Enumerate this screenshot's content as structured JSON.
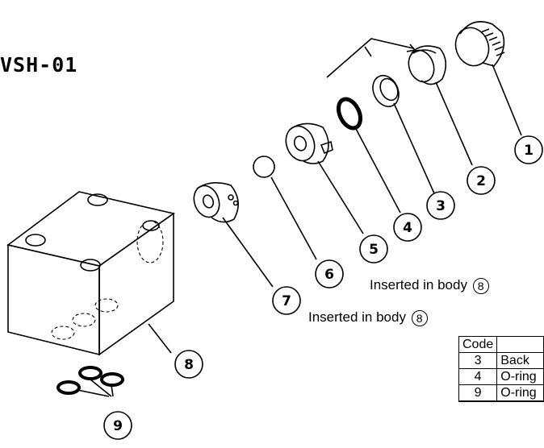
{
  "model_label": "VSH-01",
  "part_callouts": [
    "1",
    "2",
    "3",
    "4",
    "5",
    "6",
    "7",
    "8",
    "9"
  ],
  "notes": {
    "inserted_in_body_a": "Inserted in body",
    "inserted_in_body_b": "Inserted in body",
    "body_ref": "8"
  },
  "table": {
    "header": [
      "Code",
      ""
    ],
    "rows": [
      {
        "code": "3",
        "name": "Back"
      },
      {
        "code": "4",
        "name": "O-ring"
      },
      {
        "code": "9",
        "name": "O-ring"
      }
    ]
  }
}
